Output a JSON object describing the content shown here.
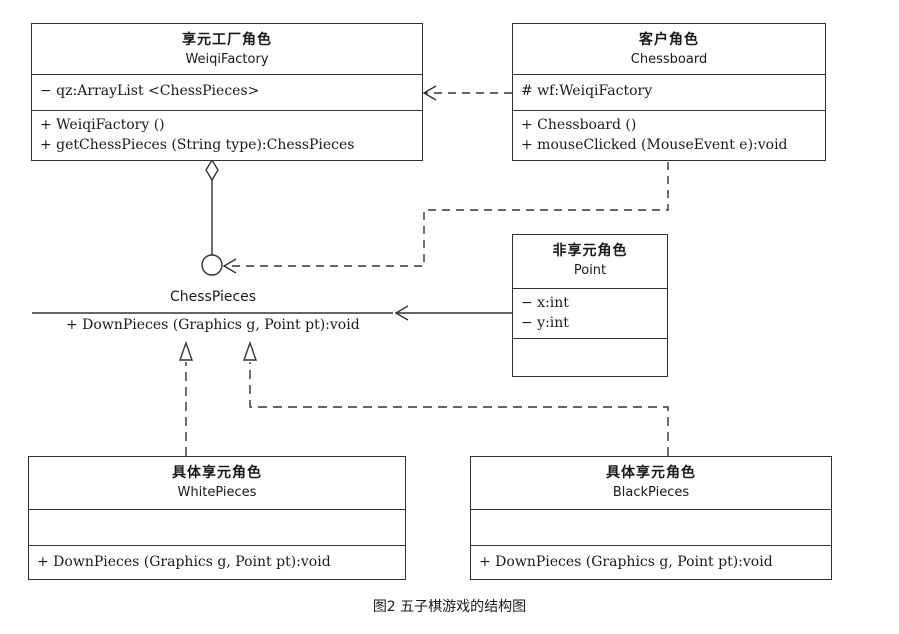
{
  "factory": {
    "role": "享元工厂角色",
    "name": "WeiqiFactory",
    "attributes": [
      "− qz:ArrayList <ChessPieces>"
    ],
    "methods": [
      "+ WeiqiFactory ()",
      "+ getChessPieces (String type):ChessPieces"
    ]
  },
  "client": {
    "role": "客户角色",
    "name": "Chessboard",
    "attributes": [
      "# wf:WeiqiFactory"
    ],
    "methods": [
      "+ Chessboard ()",
      "+ mouseClicked (MouseEvent e):void"
    ]
  },
  "flyweight": {
    "name": "ChessPieces",
    "method": "+ DownPieces (Graphics g, Point pt):void"
  },
  "unshared": {
    "role": "非享元角色",
    "name": "Point",
    "attributes": [
      "− x:int",
      "− y:int"
    ]
  },
  "concrete_white": {
    "role": "具体享元角色",
    "name": "WhitePieces",
    "method": "+ DownPieces (Graphics g, Point pt):void"
  },
  "concrete_black": {
    "role": "具体享元角色",
    "name": "BlackPieces",
    "method": "+ DownPieces (Graphics g, Point pt):void"
  },
  "caption": "图2 五子棋游戏的结构图"
}
